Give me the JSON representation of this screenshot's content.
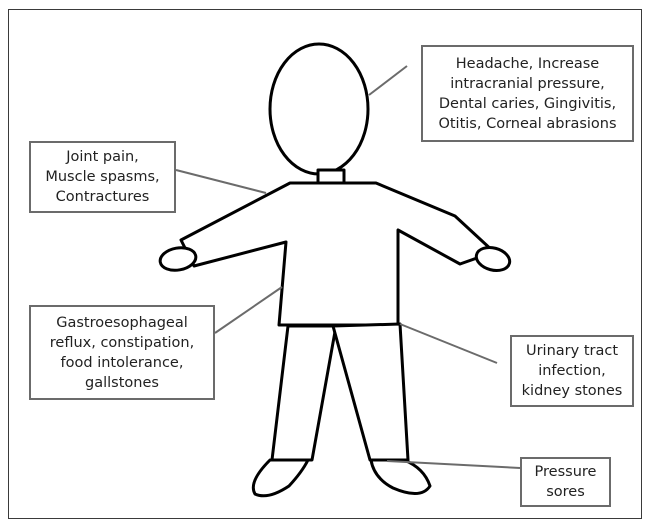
{
  "callouts": {
    "head": [
      "Headache, Increase",
      "intracranial pressure,",
      "Dental caries, Gingivitis,",
      "Otitis, Corneal abrasions"
    ],
    "shoulder": [
      "Joint pain,",
      "Muscle spasms,",
      "Contractures"
    ],
    "abdomen": [
      "Gastroesophageal",
      "reflux, constipation,",
      "food intolerance,",
      "gallstones"
    ],
    "urinary": [
      "Urinary tract",
      "infection,",
      "kidney stones"
    ],
    "feet": [
      "Pressure",
      "sores"
    ]
  },
  "colors": {
    "figure_stroke": "#000000",
    "leader_line": "#6b6b6b",
    "box_border": "#6b6b6b",
    "text": "#222222"
  }
}
